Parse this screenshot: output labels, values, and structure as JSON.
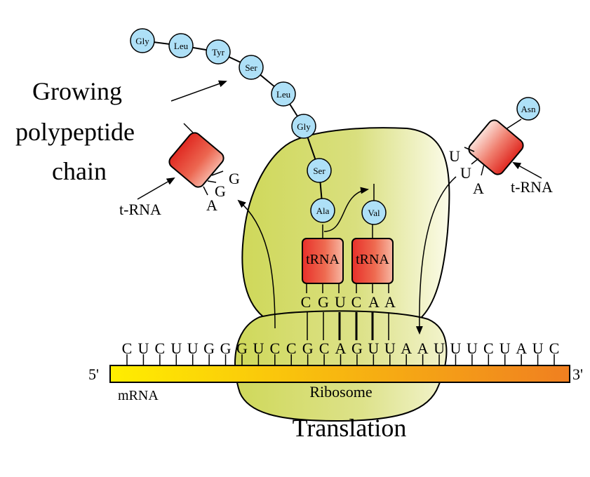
{
  "title": "Translation",
  "polypeptide_label": [
    "Growing",
    "polypeptide",
    "chain"
  ],
  "labels": {
    "trna_left": "t-RNA",
    "trna_right": "t-RNA",
    "ribosome": "Ribosome",
    "mrna": "mRNA",
    "five_prime": "5'",
    "three_prime": "3'"
  },
  "chain": [
    "Gly",
    "Leu",
    "Tyr",
    "Ser",
    "Leu",
    "Gly",
    "Ser",
    "Ala"
  ],
  "incoming_aa": "Val",
  "right_trna_aa": "Asn",
  "trna_box_label": "tRNA",
  "left_anticodon": [
    "G",
    "G",
    "A"
  ],
  "right_anticodon": [
    "U",
    "U",
    "A"
  ],
  "anticodon_1": [
    "C",
    "G",
    "U"
  ],
  "anticodon_2": [
    "C",
    "A",
    "A"
  ],
  "mrna_sequence": [
    "C",
    "U",
    "C",
    "U",
    "U",
    "G",
    "G",
    "G",
    "U",
    "C",
    "C",
    "G",
    "C",
    "A",
    "G",
    "U",
    "U",
    "A",
    "A",
    "U",
    "U",
    "U",
    "C",
    "U",
    "A",
    "U",
    "C"
  ],
  "colors": {
    "ribosome": "#d4dc6a",
    "aa_fill": "#aee0f7",
    "trna_red": "#e8322a",
    "mrna_start": "#ffee00",
    "mrna_end": "#f07f20"
  }
}
